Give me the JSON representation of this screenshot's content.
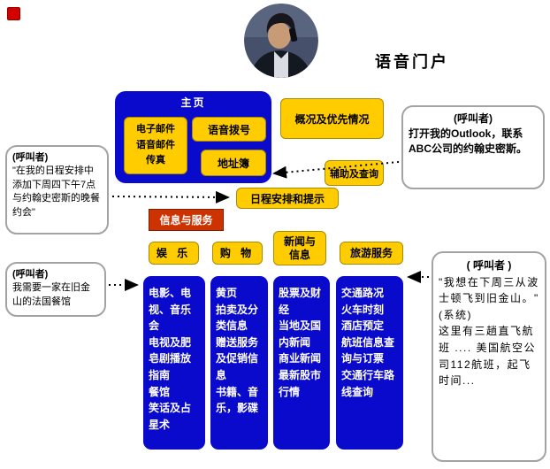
{
  "title": "语音门户",
  "home": {
    "label": "主页",
    "email_button": "电子邮件\n语音邮件\n传真",
    "voice_dial_button": "语音拨号",
    "address_book_button": "地址簿"
  },
  "feature_boxes": {
    "overview": "概况及优先情况",
    "assist": "辅助及查询",
    "schedule": "日程安排和提示",
    "info_services": "信息与服务"
  },
  "categories": {
    "entertainment": {
      "label": "娱 乐",
      "items": "电影、电视、音乐会\n电视及肥皂剧播放指南\n餐馆\n笑话及占星术"
    },
    "shopping": {
      "label": "购 物",
      "items": "黄页\n拍卖及分类信息\n赠送服务及促销信息\n书籍、音乐，影碟"
    },
    "news": {
      "label": "新闻与\n信息",
      "items": "股票及财经\n当地及国内新闻\n商业新闻\n最新股市行情"
    },
    "travel": {
      "label": "旅游服务",
      "items": "交通路况\n火车时刻\n酒店预定\n航班信息查询与订票\n交通行车路线查询"
    }
  },
  "callouts": {
    "left_schedule": {
      "speaker": "(呼叫者)",
      "text": "\"在我的日程安排中添加下周四下午7点与约翰史密斯的晚餐约会\""
    },
    "left_restaurant": {
      "speaker": "(呼叫者)",
      "text": "我需要一家在旧金山的法国餐馆"
    },
    "right_outlook": {
      "speaker": "(呼叫者)",
      "text": "打开我的Outlook，联系ABC公司的约翰史密斯。"
    },
    "right_travel": {
      "speaker": "( 呼叫者 )",
      "text": "\"我想在下周三从波士顿飞到旧金山。\"\n(系统)\n这里有三趟直飞航班 .... 美国航空公司112航班，起飞时间..."
    }
  },
  "colors": {
    "blue": "#0a0acd",
    "yellow": "#ffcc00",
    "red": "#cc3300"
  }
}
